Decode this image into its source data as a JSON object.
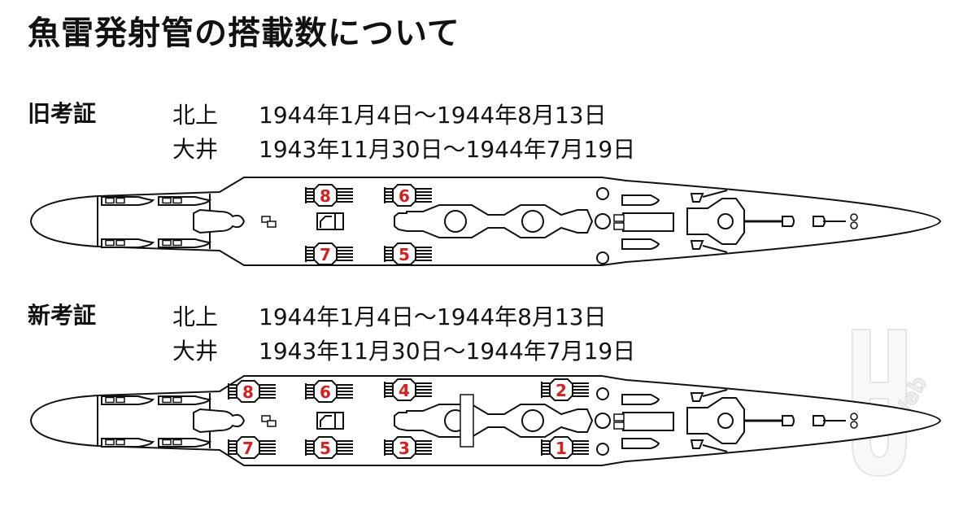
{
  "title": "魚雷発射管の搭載数について",
  "sections": [
    {
      "label": "旧考証",
      "rows": [
        {
          "ship": "北上",
          "period": "1944年1月4日～1944年8月13日"
        },
        {
          "ship": "大井",
          "period": "1943年11月30日～1944年7月19日"
        }
      ],
      "launchers": [
        "8",
        "6",
        "7",
        "5"
      ]
    },
    {
      "label": "新考証",
      "rows": [
        {
          "ship": "北上",
          "period": "1944年1月4日～1944年8月13日"
        },
        {
          "ship": "大井",
          "period": "1943年11月30日～1944年7月19日"
        }
      ],
      "launchers": [
        "8",
        "6",
        "4",
        "2",
        "7",
        "5",
        "3",
        "1"
      ]
    }
  ],
  "watermark": "H Web",
  "colors": {
    "launcher_number": "#d42020",
    "line": "#111111"
  }
}
